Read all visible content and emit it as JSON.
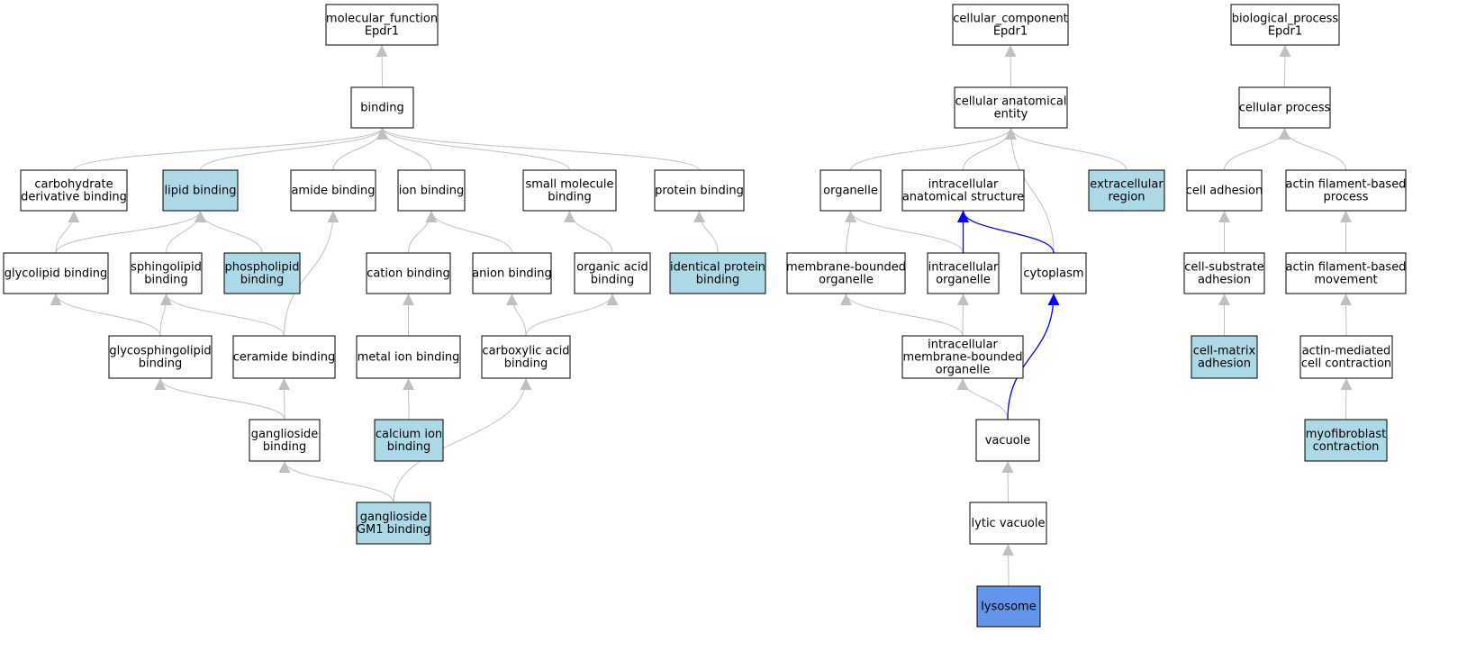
{
  "colors": {
    "plain": "#ffffff",
    "annotated": "#add8e6",
    "focus": "#6495ed",
    "edge_default": "#c0c0c0",
    "edge_highlight": "#0000ff"
  },
  "nodes": {
    "mf_root": {
      "lines": [
        "molecular_function",
        "Epdr1"
      ],
      "style": "plain"
    },
    "binding": {
      "lines": [
        "binding"
      ],
      "style": "plain"
    },
    "carb_deriv": {
      "lines": [
        "carbohydrate",
        "derivative binding"
      ],
      "style": "plain"
    },
    "lipid_binding": {
      "lines": [
        "lipid binding"
      ],
      "style": "annotated"
    },
    "amide_binding": {
      "lines": [
        "amide binding"
      ],
      "style": "plain"
    },
    "ion_binding": {
      "lines": [
        "ion binding"
      ],
      "style": "plain"
    },
    "small_molecule": {
      "lines": [
        "small molecule",
        "binding"
      ],
      "style": "plain"
    },
    "protein_binding": {
      "lines": [
        "protein binding"
      ],
      "style": "plain"
    },
    "glycolipid": {
      "lines": [
        "glycolipid binding"
      ],
      "style": "plain"
    },
    "sphingolipid": {
      "lines": [
        "sphingolipid",
        "binding"
      ],
      "style": "plain"
    },
    "phospholipid": {
      "lines": [
        "phospholipid",
        "binding"
      ],
      "style": "annotated"
    },
    "cation": {
      "lines": [
        "cation binding"
      ],
      "style": "plain"
    },
    "anion": {
      "lines": [
        "anion binding"
      ],
      "style": "plain"
    },
    "organic_acid": {
      "lines": [
        "organic acid",
        "binding"
      ],
      "style": "plain"
    },
    "identical_protein": {
      "lines": [
        "identical protein",
        "binding"
      ],
      "style": "annotated"
    },
    "glycosphingolipid": {
      "lines": [
        "glycosphingolipid",
        "binding"
      ],
      "style": "plain"
    },
    "ceramide": {
      "lines": [
        "ceramide binding"
      ],
      "style": "plain"
    },
    "metal_ion": {
      "lines": [
        "metal ion binding"
      ],
      "style": "plain"
    },
    "carboxylic": {
      "lines": [
        "carboxylic acid",
        "binding"
      ],
      "style": "plain"
    },
    "ganglioside": {
      "lines": [
        "ganglioside",
        "binding"
      ],
      "style": "plain"
    },
    "calcium": {
      "lines": [
        "calcium ion",
        "binding"
      ],
      "style": "annotated"
    },
    "gm1": {
      "lines": [
        "ganglioside",
        "GM1 binding"
      ],
      "style": "annotated"
    },
    "cc_root": {
      "lines": [
        "cellular_component",
        "Epdr1"
      ],
      "style": "plain"
    },
    "cae": {
      "lines": [
        "cellular anatomical",
        "entity"
      ],
      "style": "plain"
    },
    "organelle": {
      "lines": [
        "organelle"
      ],
      "style": "plain"
    },
    "ias": {
      "lines": [
        "intracellular",
        "anatomical structure"
      ],
      "style": "plain"
    },
    "extracellular": {
      "lines": [
        "extracellular",
        "region"
      ],
      "style": "annotated"
    },
    "mbo": {
      "lines": [
        "membrane-bounded",
        "organelle"
      ],
      "style": "plain"
    },
    "io": {
      "lines": [
        "intracellular",
        "organelle"
      ],
      "style": "plain"
    },
    "cytoplasm": {
      "lines": [
        "cytoplasm"
      ],
      "style": "plain"
    },
    "imbo": {
      "lines": [
        "intracellular",
        "membrane-bounded",
        "organelle"
      ],
      "style": "plain"
    },
    "vacuole": {
      "lines": [
        "vacuole"
      ],
      "style": "plain"
    },
    "lytic": {
      "lines": [
        "lytic vacuole"
      ],
      "style": "plain"
    },
    "lysosome": {
      "lines": [
        "lysosome"
      ],
      "style": "focus"
    },
    "bp_root": {
      "lines": [
        "biological_process",
        "Epdr1"
      ],
      "style": "plain"
    },
    "cellular_process": {
      "lines": [
        "cellular process"
      ],
      "style": "plain"
    },
    "cell_adhesion": {
      "lines": [
        "cell adhesion"
      ],
      "style": "plain"
    },
    "actin_process": {
      "lines": [
        "actin filament-based",
        "process"
      ],
      "style": "plain"
    },
    "cell_substrate": {
      "lines": [
        "cell-substrate",
        "adhesion"
      ],
      "style": "plain"
    },
    "actin_movement": {
      "lines": [
        "actin filament-based",
        "movement"
      ],
      "style": "plain"
    },
    "cell_matrix": {
      "lines": [
        "cell-matrix",
        "adhesion"
      ],
      "style": "annotated"
    },
    "actin_contraction": {
      "lines": [
        "actin-mediated",
        "cell contraction"
      ],
      "style": "plain"
    },
    "myofibroblast": {
      "lines": [
        "myofibroblast",
        "contraction"
      ],
      "style": "annotated"
    }
  },
  "edges": [
    {
      "from": "binding",
      "to": "mf_root"
    },
    {
      "from": "carb_deriv",
      "to": "binding"
    },
    {
      "from": "lipid_binding",
      "to": "binding"
    },
    {
      "from": "amide_binding",
      "to": "binding"
    },
    {
      "from": "ion_binding",
      "to": "binding"
    },
    {
      "from": "small_molecule",
      "to": "binding"
    },
    {
      "from": "protein_binding",
      "to": "binding"
    },
    {
      "from": "glycolipid",
      "to": "carb_deriv"
    },
    {
      "from": "glycolipid",
      "to": "lipid_binding"
    },
    {
      "from": "sphingolipid",
      "to": "lipid_binding"
    },
    {
      "from": "phospholipid",
      "to": "lipid_binding"
    },
    {
      "from": "cation",
      "to": "ion_binding"
    },
    {
      "from": "anion",
      "to": "ion_binding"
    },
    {
      "from": "organic_acid",
      "to": "small_molecule"
    },
    {
      "from": "identical_protein",
      "to": "protein_binding"
    },
    {
      "from": "glycosphingolipid",
      "to": "glycolipid"
    },
    {
      "from": "glycosphingolipid",
      "to": "sphingolipid"
    },
    {
      "from": "ceramide",
      "to": "sphingolipid"
    },
    {
      "from": "ceramide",
      "to": "amide_binding"
    },
    {
      "from": "metal_ion",
      "to": "cation"
    },
    {
      "from": "carboxylic",
      "to": "anion"
    },
    {
      "from": "carboxylic",
      "to": "organic_acid"
    },
    {
      "from": "ganglioside",
      "to": "glycosphingolipid"
    },
    {
      "from": "ganglioside",
      "to": "ceramide"
    },
    {
      "from": "calcium",
      "to": "metal_ion"
    },
    {
      "from": "gm1",
      "to": "ganglioside"
    },
    {
      "from": "gm1",
      "to": "carboxylic"
    },
    {
      "from": "cae",
      "to": "cc_root"
    },
    {
      "from": "organelle",
      "to": "cae"
    },
    {
      "from": "ias",
      "to": "cae"
    },
    {
      "from": "extracellular",
      "to": "cae"
    },
    {
      "from": "cytoplasm",
      "to": "cae"
    },
    {
      "from": "mbo",
      "to": "organelle"
    },
    {
      "from": "io",
      "to": "organelle"
    },
    {
      "from": "io",
      "to": "ias",
      "highlight": true
    },
    {
      "from": "cytoplasm",
      "to": "ias",
      "highlight": true
    },
    {
      "from": "imbo",
      "to": "mbo"
    },
    {
      "from": "imbo",
      "to": "io"
    },
    {
      "from": "vacuole",
      "to": "imbo"
    },
    {
      "from": "vacuole",
      "to": "cytoplasm",
      "highlight": true
    },
    {
      "from": "lytic",
      "to": "vacuole"
    },
    {
      "from": "lysosome",
      "to": "lytic"
    },
    {
      "from": "cellular_process",
      "to": "bp_root"
    },
    {
      "from": "cell_adhesion",
      "to": "cellular_process"
    },
    {
      "from": "actin_process",
      "to": "cellular_process"
    },
    {
      "from": "cell_substrate",
      "to": "cell_adhesion"
    },
    {
      "from": "actin_movement",
      "to": "actin_process"
    },
    {
      "from": "cell_matrix",
      "to": "cell_substrate"
    },
    {
      "from": "actin_contraction",
      "to": "actin_movement"
    },
    {
      "from": "myofibroblast",
      "to": "actin_contraction"
    }
  ]
}
